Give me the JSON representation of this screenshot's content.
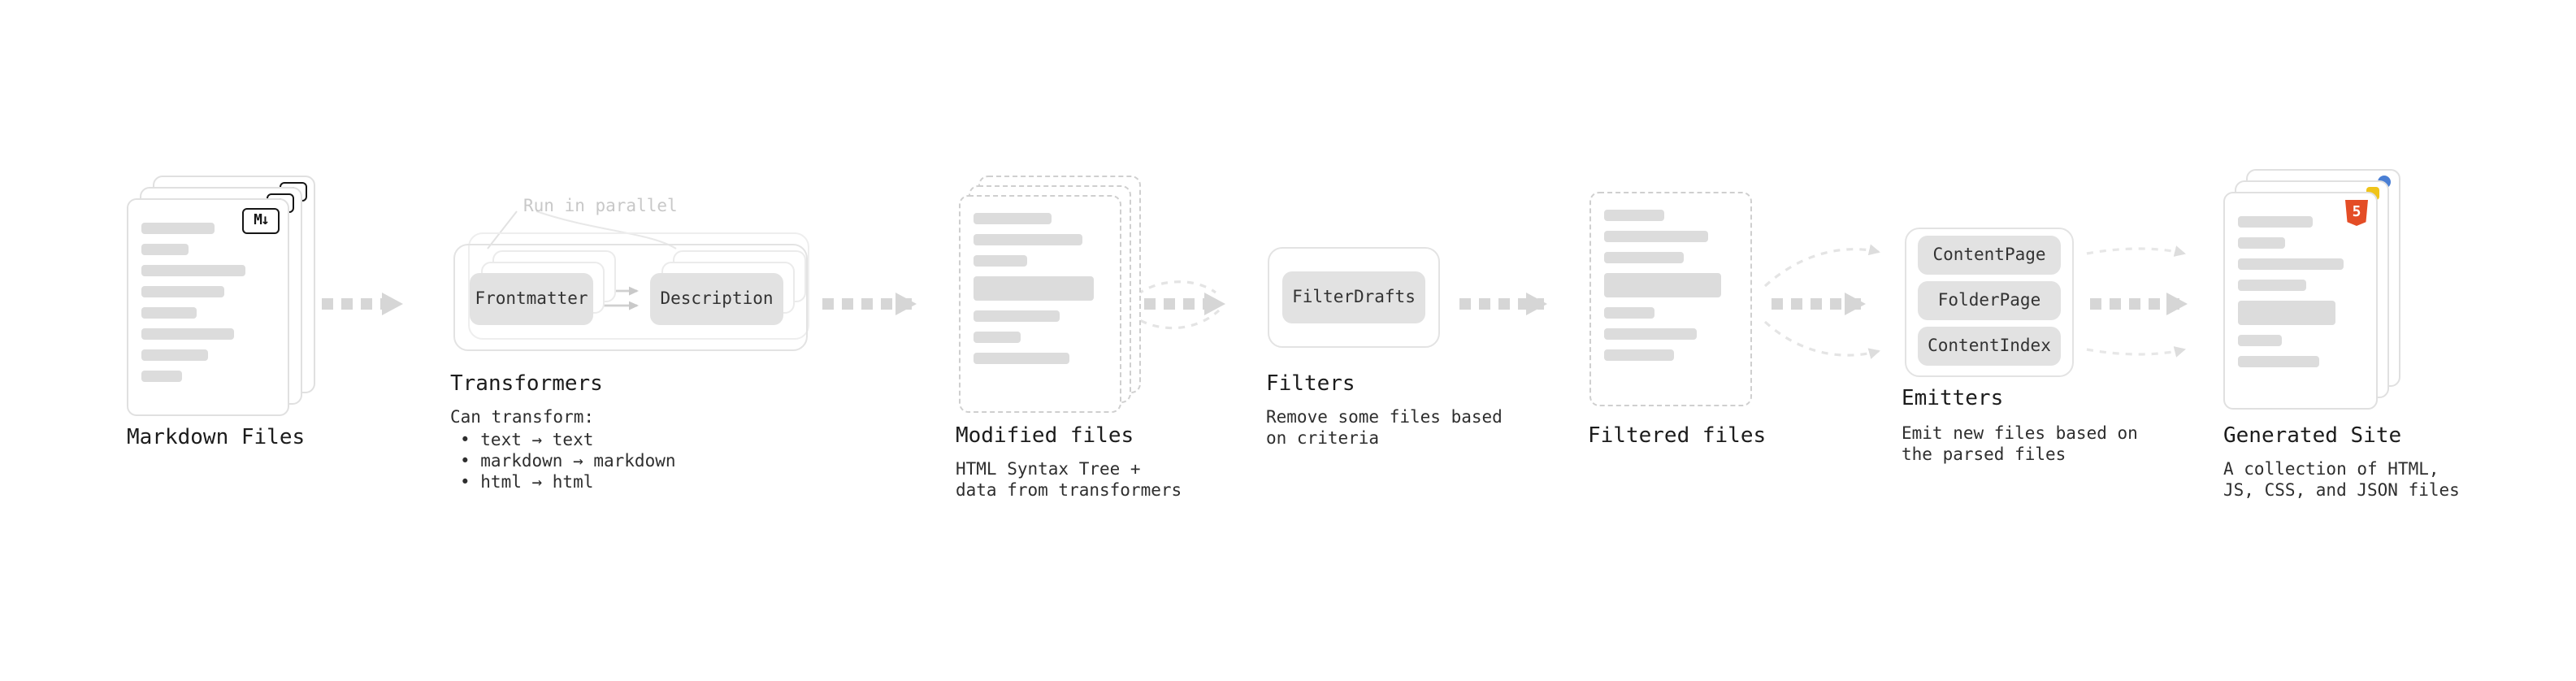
{
  "diagram": {
    "markdown_files": {
      "label": "Markdown Files",
      "badge": "M↓"
    },
    "transformers": {
      "label": "Transformers",
      "note": "Run in parallel",
      "box1": "Frontmatter",
      "box2": "Description",
      "desc_title": "Can transform:",
      "bullet1": "• text → text",
      "bullet2": "• markdown → markdown",
      "bullet3": "• html → html"
    },
    "modified_files": {
      "label": "Modified files",
      "desc1": "HTML Syntax Tree +",
      "desc2": "data from transformers"
    },
    "filters": {
      "label": "Filters",
      "box1": "FilterDrafts",
      "desc1": "Remove some files based",
      "desc2": "on criteria"
    },
    "filtered_files": {
      "label": "Filtered files"
    },
    "emitters": {
      "label": "Emitters",
      "box1": "ContentPage",
      "box2": "FolderPage",
      "box3": "ContentIndex",
      "desc1": "Emit new files based on",
      "desc2": "the parsed files"
    },
    "generated_site": {
      "label": "Generated Site",
      "desc1": "A collection of HTML,",
      "desc2": "JS, CSS, and JSON files",
      "badge": "5"
    }
  },
  "colors": {
    "arrow_thick": "#d6d6d6",
    "arrow_thin": "#e4e4e4",
    "button_bg": "#e2e2e2",
    "bar": "#dcdcdc",
    "html5_orange": "#e44d26",
    "note_gray": "#c8c8c8"
  }
}
